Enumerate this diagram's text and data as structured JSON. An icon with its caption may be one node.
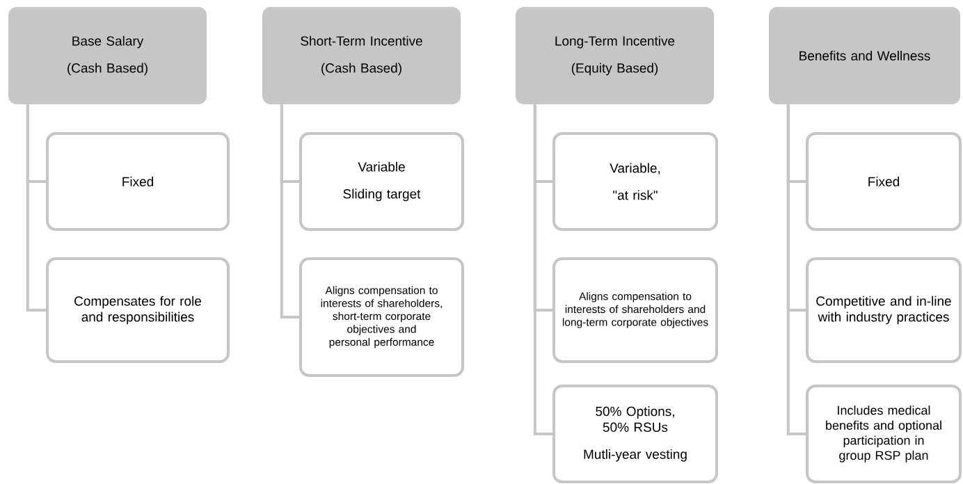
{
  "diagram": {
    "nodes": [
      {
        "text": [
          "Base Salary",
          "(Cash Based)"
        ]
      },
      {
        "text": [
          "Fixed"
        ]
      },
      {
        "text": [
          "Compensates for role and responsibilities"
        ]
      },
      {
        "text": [
          "Short-Term Incentive",
          "(Cash Based)"
        ]
      },
      {
        "text": [
          "Variable",
          "Sliding target"
        ]
      },
      {
        "text": [
          "Aligns compensation to interests of shareholders, short-term corporate objectives and personal performance"
        ]
      },
      {
        "text": [
          "Long-Term Incentive",
          "(Equity Based)"
        ]
      },
      {
        "text": [
          "Variable,",
          "\"at risk\""
        ]
      },
      {
        "text": [
          "Aligns compensation to interests of shareholders and long-term corporate objectives"
        ]
      },
      {
        "text": [
          "50% Options, 50% RSUs",
          "Mutli-year vesting"
        ]
      },
      {
        "text": [
          "Benefits and Wellness"
        ]
      },
      {
        "text": [
          "Fixed"
        ]
      },
      {
        "text": [
          "Competitive and in-line with industry practices"
        ]
      },
      {
        "text": [
          "Includes medical benefits and optional participation in group RSP plan"
        ]
      }
    ],
    "edges": [
      {
        "from": 0,
        "to": 1,
        "arrow": "none"
      },
      {
        "from": 0,
        "to": 2,
        "arrow": "none"
      },
      {
        "from": 3,
        "to": 4,
        "arrow": "none"
      },
      {
        "from": 3,
        "to": 5,
        "arrow": "none"
      },
      {
        "from": 6,
        "to": 7,
        "arrow": "none"
      },
      {
        "from": 6,
        "to": 8,
        "arrow": "none"
      },
      {
        "from": 6,
        "to": 9,
        "arrow": "none"
      },
      {
        "from": 10,
        "to": 11,
        "arrow": "none"
      },
      {
        "from": 10,
        "to": 12,
        "arrow": "none"
      },
      {
        "from": 10,
        "to": 13,
        "arrow": "none"
      }
    ]
  }
}
